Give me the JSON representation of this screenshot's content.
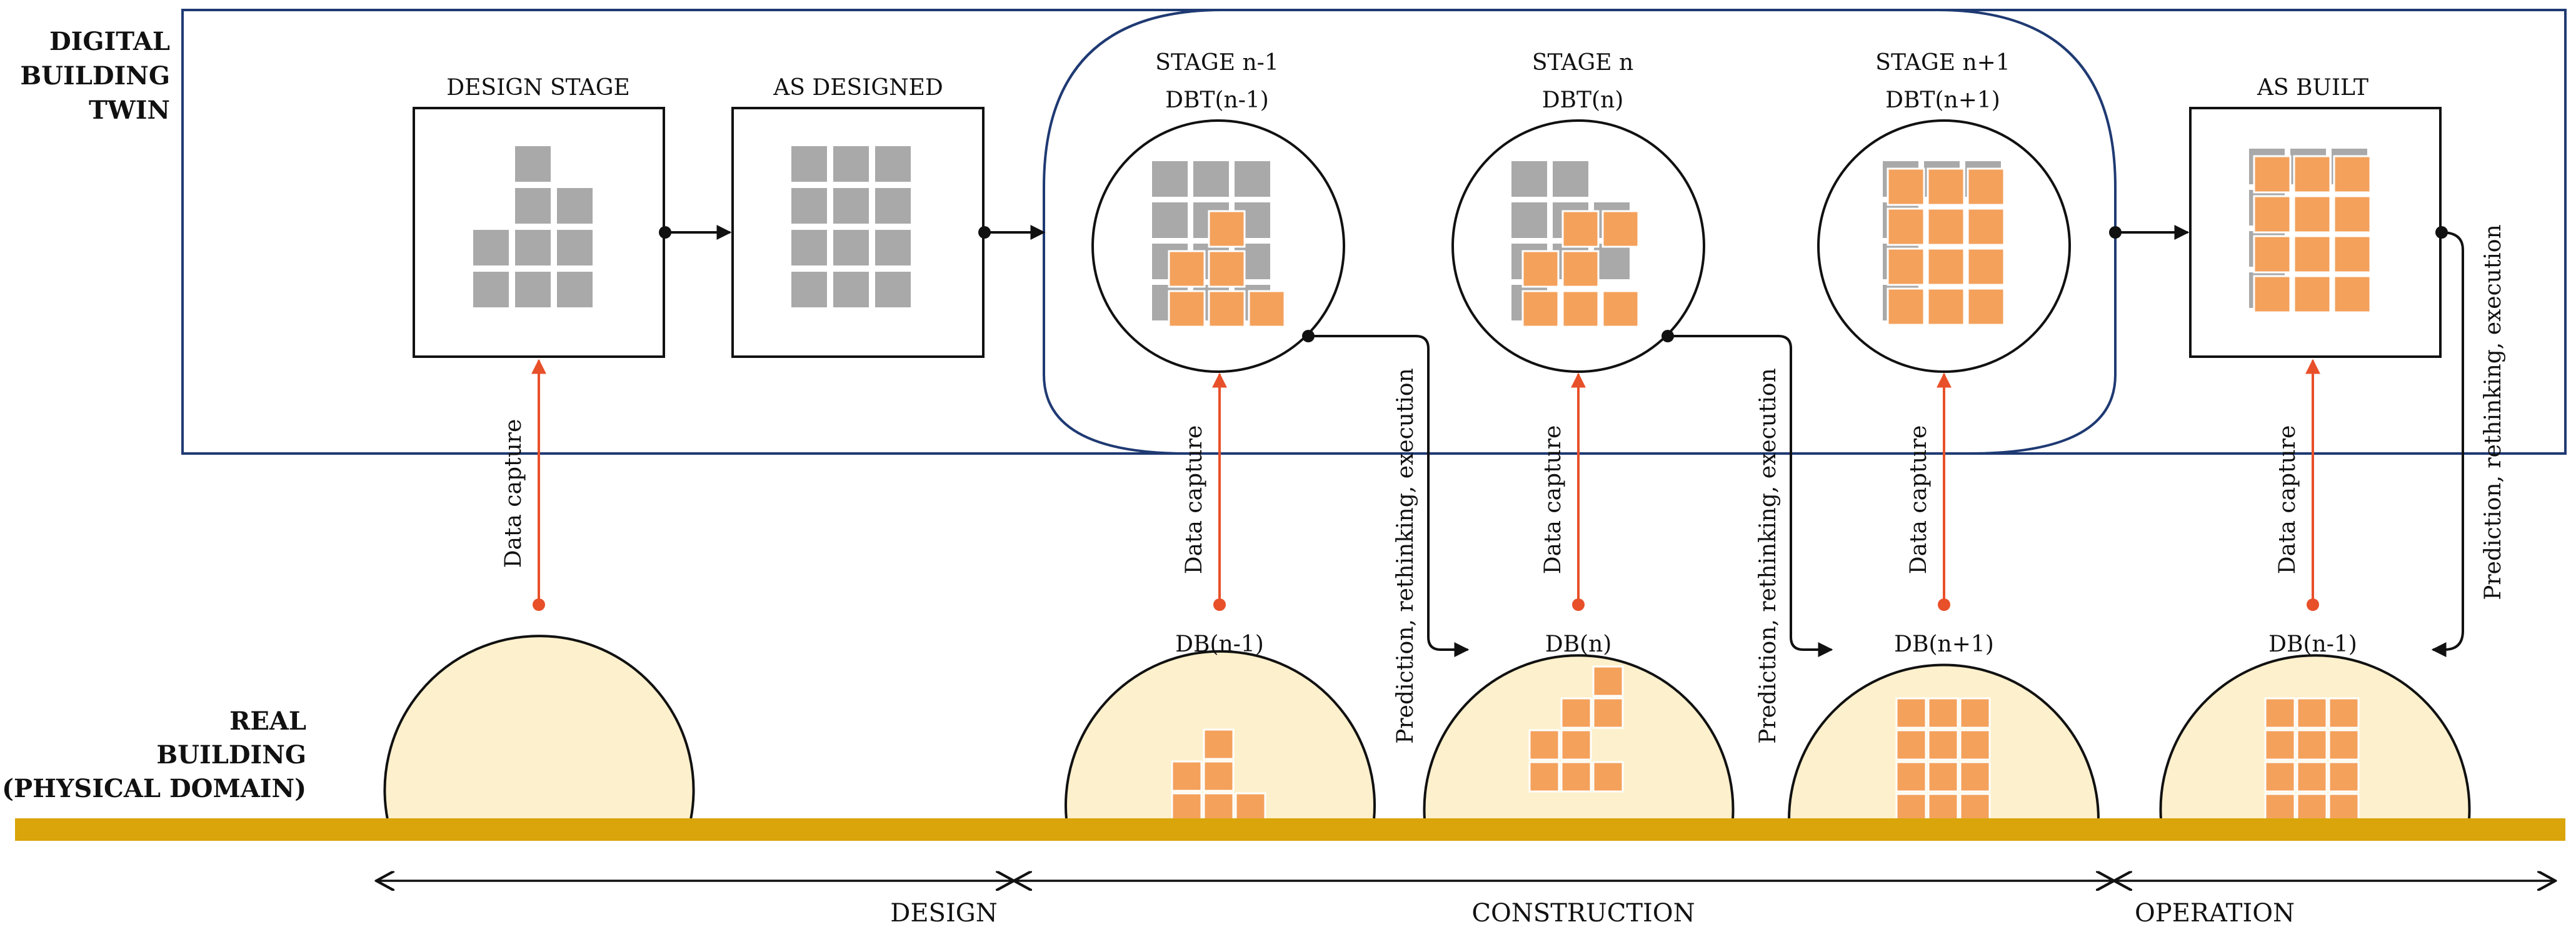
{
  "domains": {
    "digital": [
      "DIGITAL",
      "BUILDING",
      "TWIN"
    ],
    "real": [
      "REAL",
      "BUILDING",
      "(PHYSICAL DOMAIN)"
    ]
  },
  "stages": [
    {
      "title": "DESIGN STAGE",
      "subtitle": ""
    },
    {
      "title": "AS DESIGNED",
      "subtitle": ""
    },
    {
      "title": "STAGE n-1",
      "subtitle": "DBT(n-1)"
    },
    {
      "title": "STAGE n",
      "subtitle": "DBT(n)"
    },
    {
      "title": "STAGE n+1",
      "subtitle": "DBT(n+1)"
    },
    {
      "title": "AS BUILT",
      "subtitle": ""
    }
  ],
  "physical": [
    {
      "label": ""
    },
    {
      "label": "DB(n-1)"
    },
    {
      "label": "DB(n)"
    },
    {
      "label": "DB(n+1)"
    },
    {
      "label": "DB(n-1)"
    }
  ],
  "flows": {
    "data_capture": "Data capture",
    "feedback": "Prediction, rethinking, execution"
  },
  "phases": [
    "DESIGN",
    "CONSTRUCTION",
    "OPERATION"
  ],
  "colors": {
    "twin_frame": "#1f3a73",
    "model_block": "#a9a9a9",
    "built_block": "#f4a15c",
    "building_fill": "#fdf0cc",
    "ground": "#d9a50a",
    "data_capture_arrow": "#e8502a",
    "ink": "#111111"
  }
}
